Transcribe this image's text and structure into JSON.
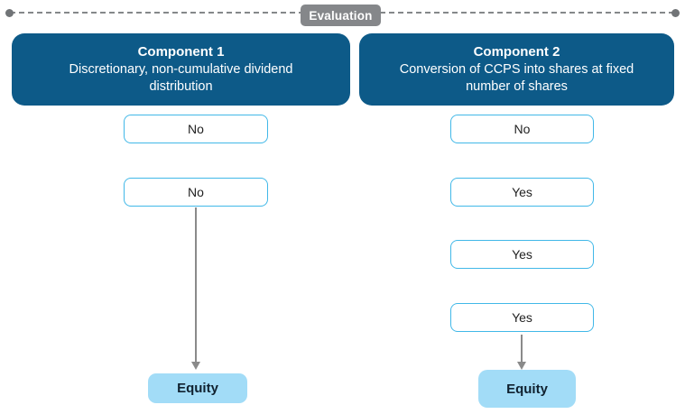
{
  "evaluation": {
    "label": "Evaluation"
  },
  "columns": [
    {
      "title": "Component 1",
      "subtitle": "Discretionary, non-cumulative dividend distribution",
      "steps": [
        "No",
        "No"
      ],
      "result": "Equity"
    },
    {
      "title": "Component 2",
      "subtitle": "Conversion of CCPS into shares at fixed number of shares",
      "steps": [
        "No",
        "Yes",
        "Yes",
        "Yes"
      ],
      "result": "Equity"
    }
  ],
  "colors": {
    "component_header_bg": "#0d5a88",
    "component_header_text": "#ffffff",
    "step_border": "#41b8e8",
    "step_text": "#222222",
    "equity_bg": "#a2dcf7",
    "equity_text": "#10212f",
    "connector_gray": "#8a8a8a",
    "badge_bg": "#85878a",
    "badge_text": "#ffffff"
  }
}
